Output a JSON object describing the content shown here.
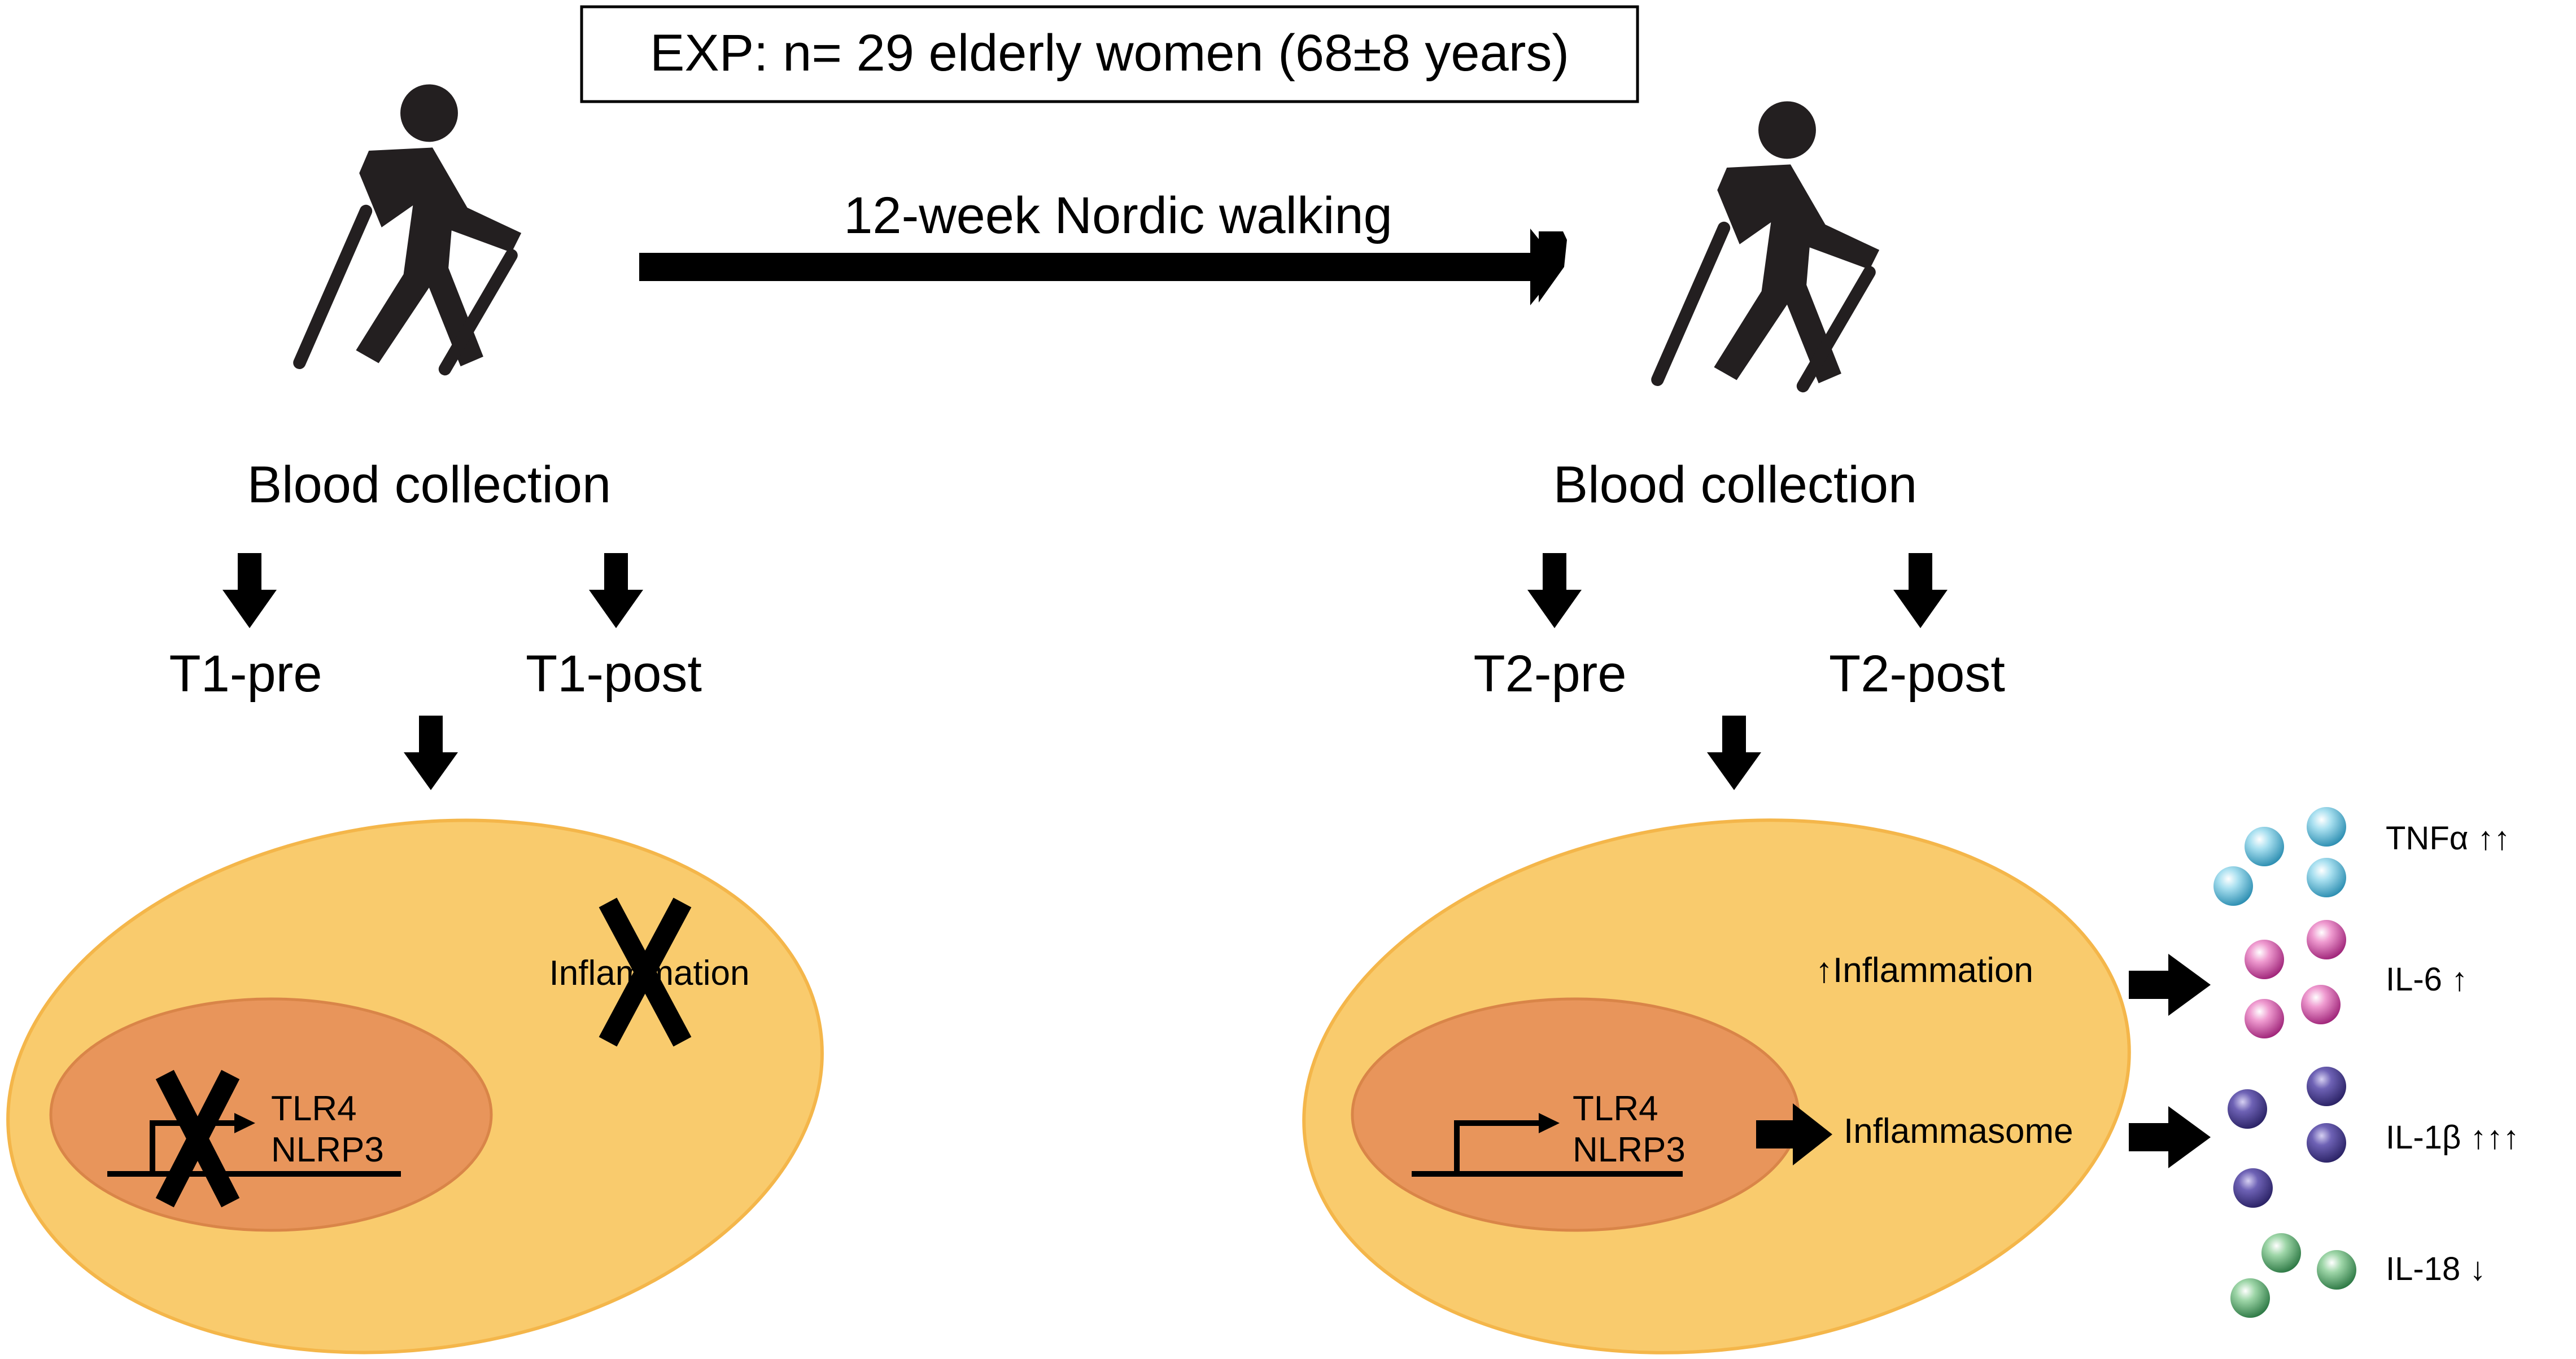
{
  "header": {
    "experiment_label": "EXP: n= 29 elderly women (68±8 years)"
  },
  "intervention": {
    "label": "12-week Nordic walking"
  },
  "phase1": {
    "collection_label": "Blood collection",
    "pre_label": "T1-pre",
    "post_label": "T1-post",
    "cell": {
      "inflammation_label": "Inflammation",
      "inflammation_blocked": true,
      "genes": [
        "TLR4",
        "NLRP3"
      ],
      "transcription_blocked": true
    }
  },
  "phase2": {
    "collection_label": "Blood collection",
    "pre_label": "T2-pre",
    "post_label": "T2-post",
    "cell": {
      "inflammation_label": "Inflammation",
      "inflammation_change": "↑",
      "genes": [
        "TLR4",
        "NLRP3"
      ],
      "product_label": "Inflammasome"
    }
  },
  "cytokines": [
    {
      "name": "TNFα",
      "change": "↑↑",
      "color": "#5bb8d6"
    },
    {
      "name": "IL-6",
      "change": "↑",
      "color": "#cc4fa3"
    },
    {
      "name": "IL-1β",
      "change": "↑↑↑",
      "color": "#4b3f8f"
    },
    {
      "name": "IL-18",
      "change": "↓",
      "color": "#4fa066"
    }
  ],
  "colors": {
    "cell": "#f9cb6d",
    "cell_edge": "#f4b64a",
    "nucleus": "#e8955b",
    "nucleus_edge": "#d98548",
    "figure": "#231f20"
  }
}
